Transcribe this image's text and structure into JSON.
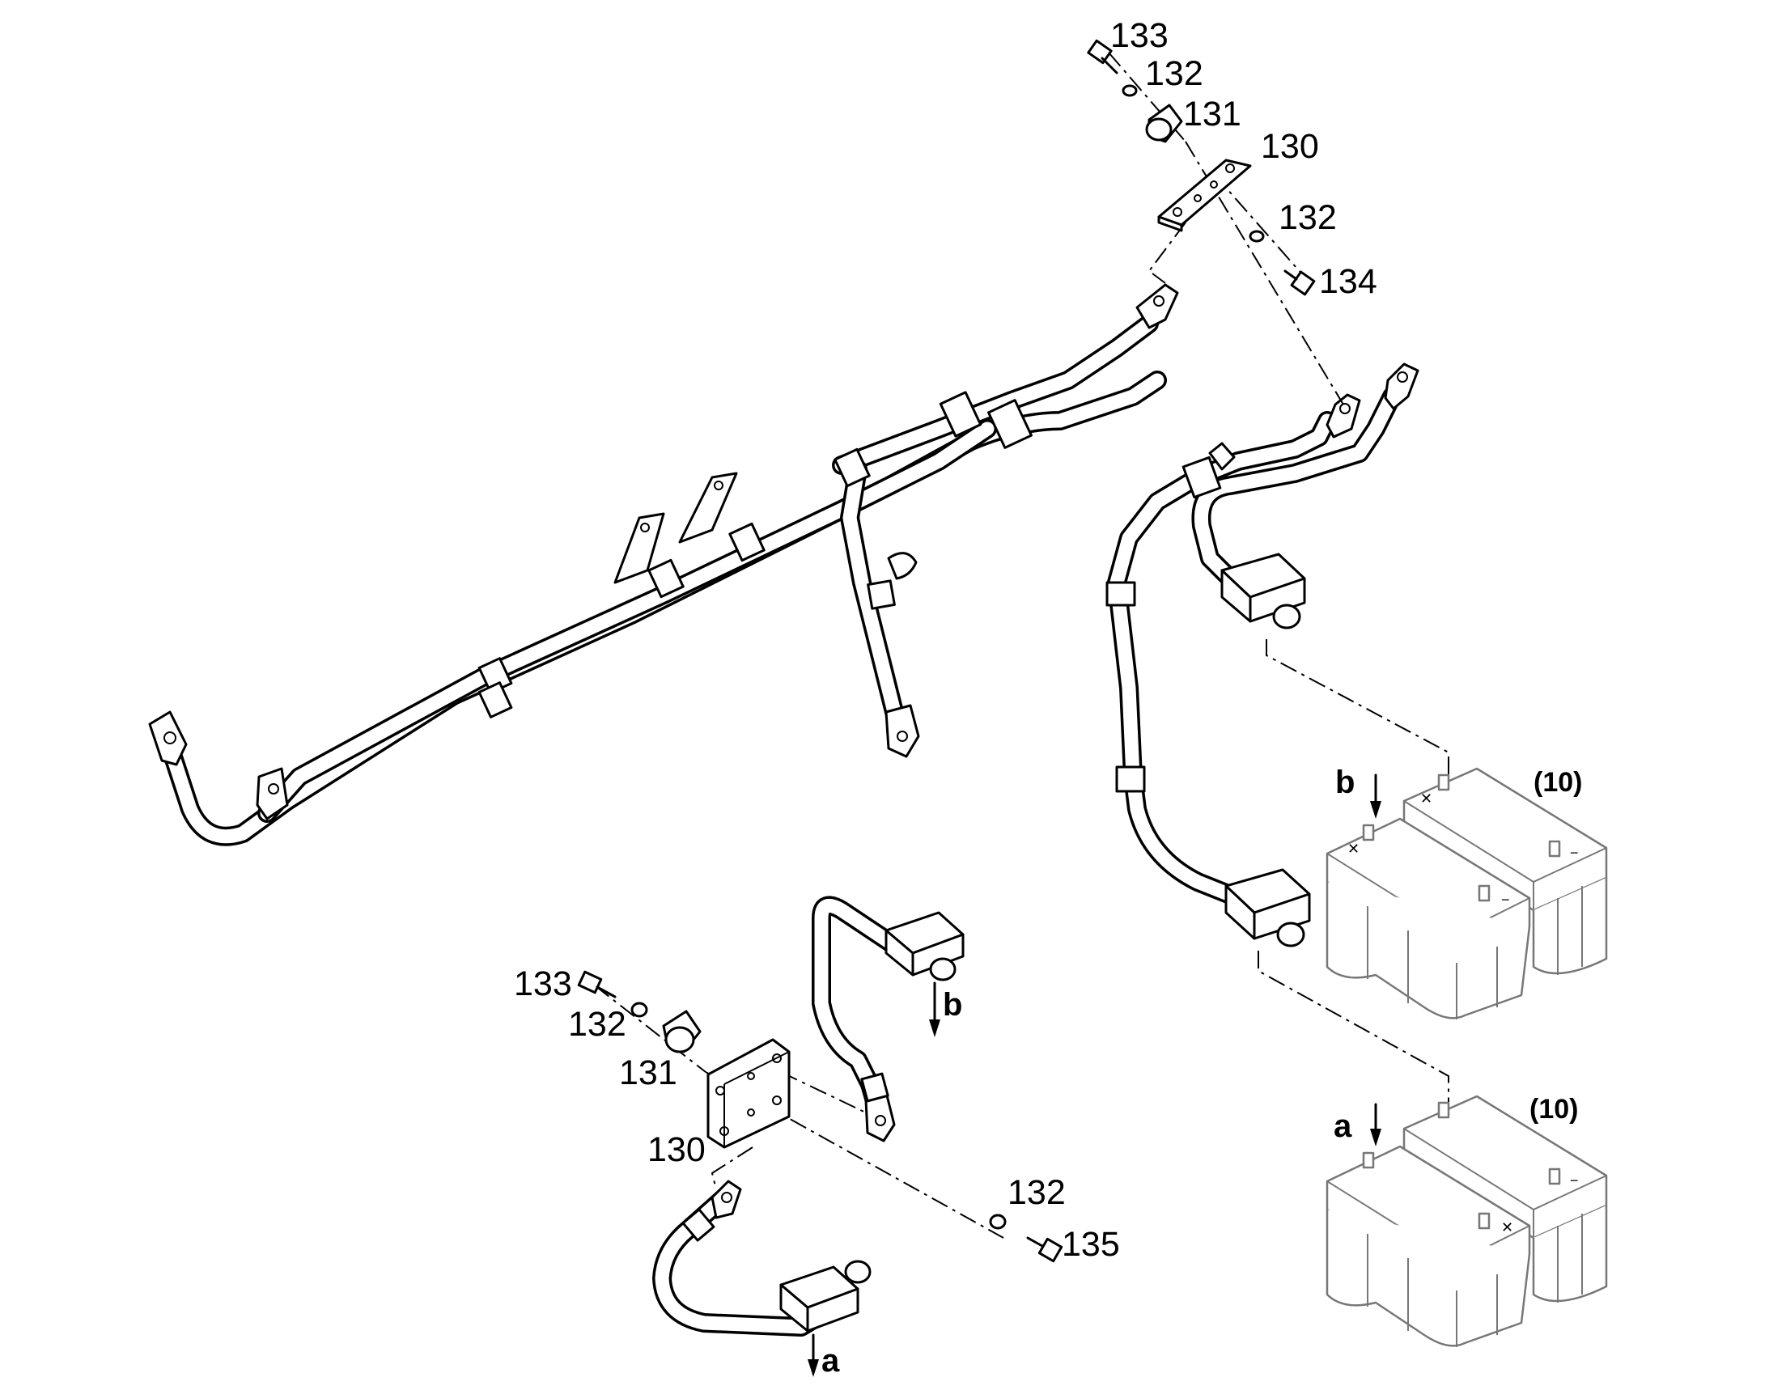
{
  "labels": {
    "top_133": "133",
    "top_132a": "132",
    "top_131": "131",
    "top_130": "130",
    "top_132b": "132",
    "top_134": "134",
    "bot_133": "133",
    "bot_132a": "132",
    "bot_131": "131",
    "bot_130": "130",
    "bot_132b": "132",
    "bot_135": "135",
    "arrow_b_battery": "b",
    "arrow_b_connector": "b",
    "arrow_a_battery": "a",
    "arrow_a_connector": "a",
    "battery_upper_ref": "(10)",
    "battery_lower_ref": "(10)"
  },
  "colors": {
    "line": "#000000",
    "battery_outline": "#777777",
    "background": "#ffffff"
  }
}
